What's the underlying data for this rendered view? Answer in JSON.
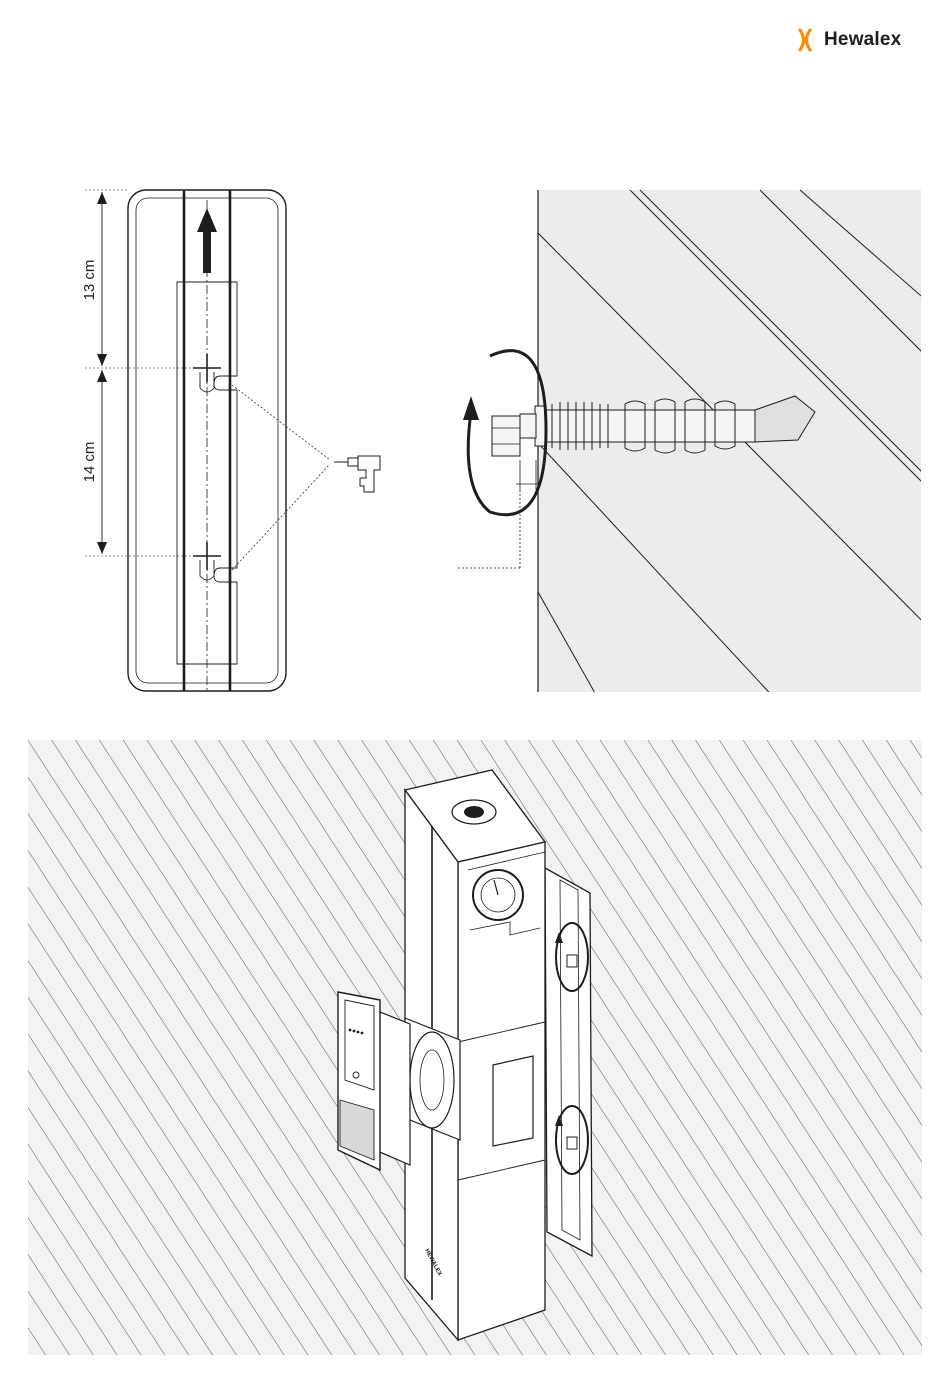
{
  "brand": {
    "name": "Hewalex",
    "accent_color": "#f39200",
    "ink_color": "#1d1d1b"
  },
  "top_left_figure": {
    "dimension_upper": "13 cm",
    "dimension_lower": "14 cm",
    "arrow": "up-arrow",
    "tool_icon": "drill-icon"
  },
  "top_right_figure": {
    "subject": "wall-anchor-bolt",
    "rotation_icon": "rotate-arrow-icon"
  },
  "bottom_figure": {
    "subject": "pump-group-mounted-on-wall",
    "device_stamp": "HEWALEX"
  }
}
